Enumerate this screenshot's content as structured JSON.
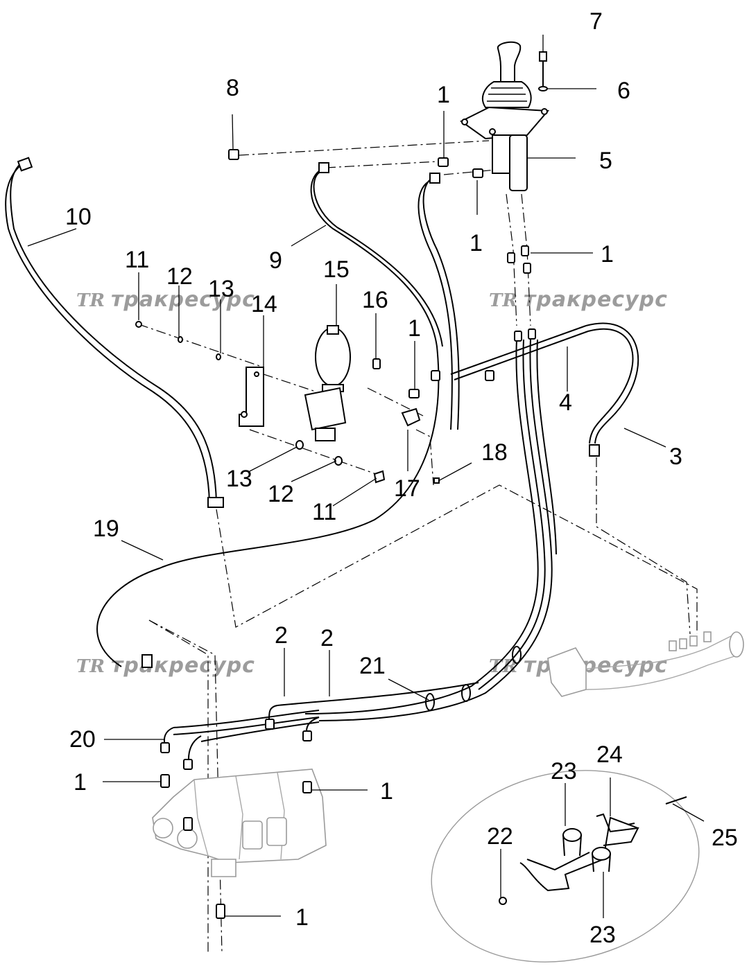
{
  "diagram": {
    "type": "exploded-parts-diagram",
    "watermark": {
      "logo": "TR",
      "text": "тракресурс"
    },
    "callouts": {
      "c7": "7",
      "c6": "6",
      "c5": "5",
      "c8": "8",
      "c1_a": "1",
      "c1_b": "1",
      "c1_c": "1",
      "c1_d": "1",
      "c1_e": "1",
      "c1_f": "1",
      "c1_g": "1",
      "c10": "10",
      "c9": "9",
      "c11_a": "11",
      "c11_b": "11",
      "c12_a": "12",
      "c12_b": "12",
      "c13_a": "13",
      "c13_b": "13",
      "c14": "14",
      "c15": "15",
      "c16": "16",
      "c4": "4",
      "c3": "3",
      "c18": "18",
      "c17": "17",
      "c19": "19",
      "c2_a": "2",
      "c2_b": "2",
      "c21": "21",
      "c20": "20",
      "c23_a": "23",
      "c23_b": "23",
      "c24": "24",
      "c22": "22",
      "c25": "25"
    }
  }
}
